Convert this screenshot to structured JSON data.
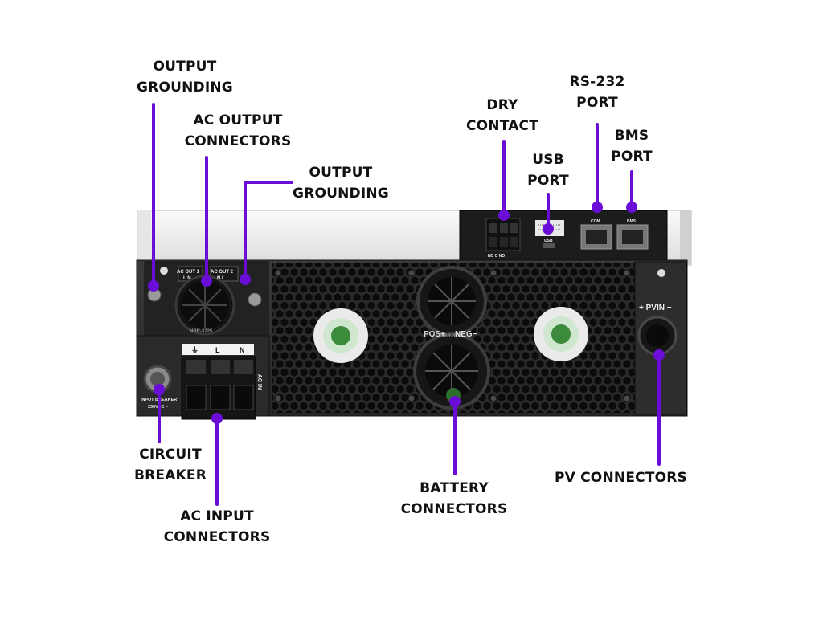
{
  "accent_color": "#6a0dd6",
  "labels": {
    "output_grounding_left": [
      "OUTPUT",
      "GROUNDING"
    ],
    "ac_output_connectors": [
      "AC OUTPUT",
      "CONNECTORS"
    ],
    "output_grounding_right": [
      "OUTPUT",
      "GROUNDING"
    ],
    "dry_contact": [
      "DRY",
      "CONTACT"
    ],
    "usb_port": [
      "USB",
      "PORT"
    ],
    "rs232_port": [
      "RS-232",
      "PORT"
    ],
    "bms_port": [
      "BMS",
      "PORT"
    ],
    "circuit_breaker": [
      "CIRCUIT",
      "BREAKER"
    ],
    "ac_input_connectors": [
      "AC INPUT",
      "CONNECTORS"
    ],
    "battery_connectors": [
      "BATTERY",
      "CONNECTORS"
    ],
    "pv_connectors": [
      "PV CONNECTORS"
    ]
  },
  "panel_text": {
    "ac_out_1": "AC OUT 1",
    "ac_out_2": "AC OUT 2",
    "ac_out_1_terms": "L  N",
    "ac_out_2_terms": "N  L",
    "gland_left": "NBR-3725",
    "gland_mid": "NBR-3725",
    "pos": "POS+",
    "neg": "NEG−",
    "pvin": "+ PVIN −",
    "breaker_line1": "INPUT BREAKER",
    "breaker_line2": "230VAC ~",
    "ac_in": "AC IN",
    "ac_in_terms": [
      "⏚",
      "L",
      "N"
    ],
    "dry_terms": "NC  C  NO",
    "usb": "USB",
    "com": "COM",
    "bms": "BMS"
  }
}
